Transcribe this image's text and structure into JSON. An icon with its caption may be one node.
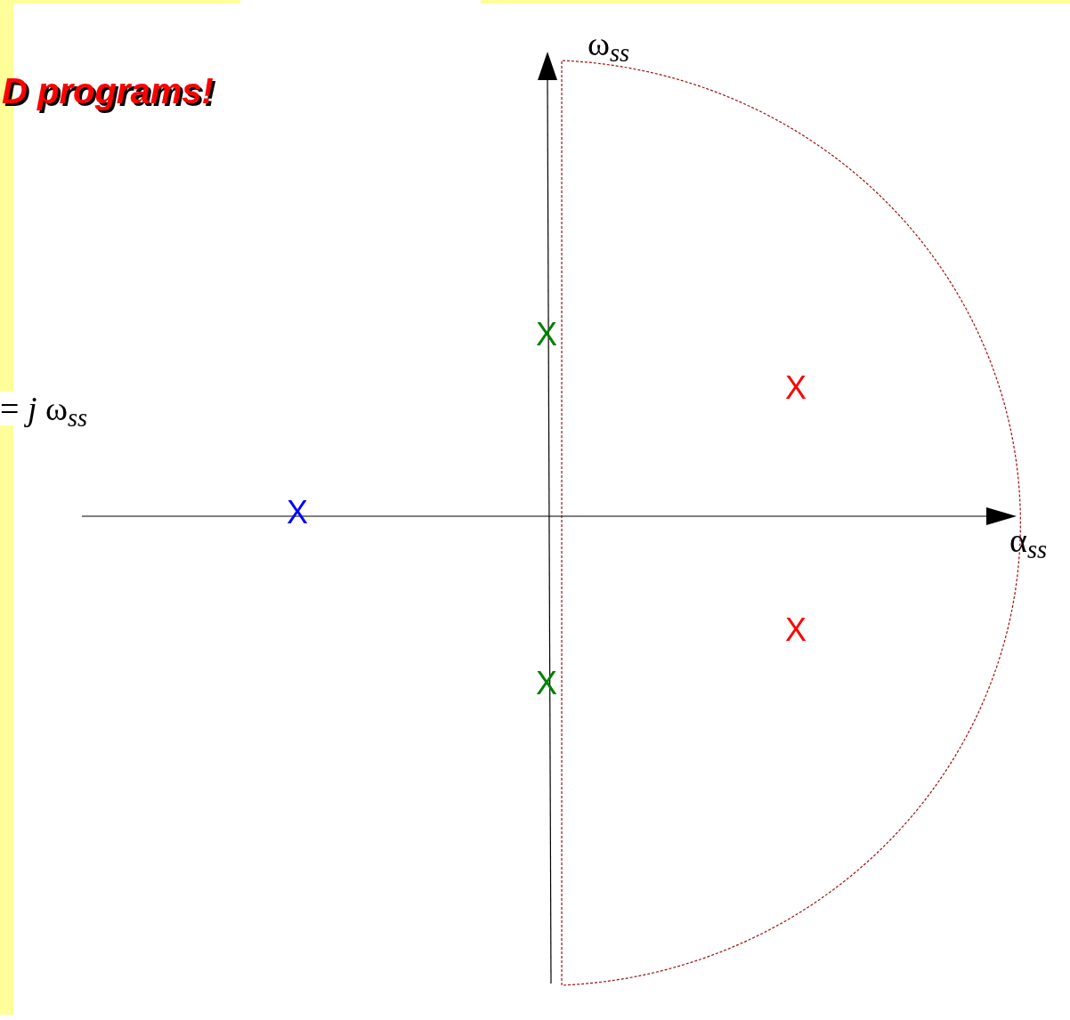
{
  "diagram": {
    "labels": [
      "D programs!",
      "= *j* ω$_{ss}$",
      "ω$_{ss}$",
      "X",
      "X",
      "X",
      "X",
      "X",
      "α$_{ss}$"
    ]
  }
}
